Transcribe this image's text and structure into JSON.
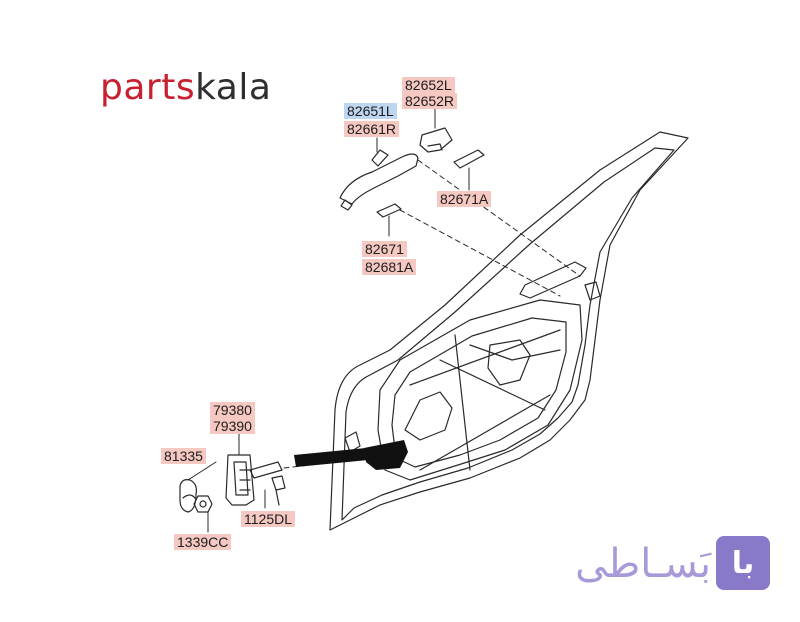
{
  "brand": {
    "part1": "parts",
    "part2": "kala"
  },
  "labels": {
    "l82652L": "82652L",
    "l82652R": "82652R",
    "l82651L": "82651L",
    "l82661R": "82661R",
    "l82671A": "82671A",
    "l82671": "82671",
    "l82681A": "82681A",
    "l79380": "79380",
    "l79390": "79390",
    "l81335": "81335",
    "l1125DL": "1125DL",
    "l1339CC": "1339CC"
  },
  "watermark": {
    "badge": "با",
    "text": "بَسـاطی"
  },
  "colors": {
    "label_bg": "#f6c8c2",
    "label_bg_highlight": "#bfd6f0",
    "brand_red": "#c8202f",
    "badge_purple": "#8a78c8"
  }
}
